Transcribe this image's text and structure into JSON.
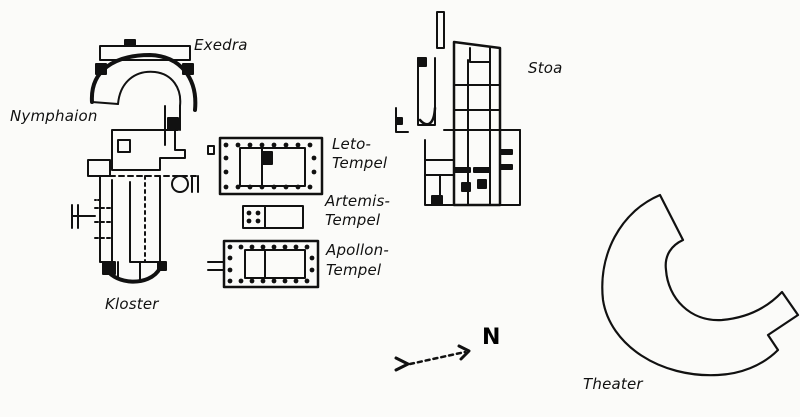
{
  "labels": {
    "exedra": "Exedra",
    "nymphaion": "Nymphaion",
    "kloster": "Kloster",
    "leto_1": "Leto-",
    "leto_2": "Tempel",
    "artemis_1": "Artemis-",
    "artemis_2": "Tempel",
    "apollon_1": "Apollon-",
    "apollon_2": "Tempel",
    "stoa": "Stoa",
    "theater": "Theater"
  },
  "north_arrow": {
    "label": "N"
  },
  "colors": {
    "ink": "#111111",
    "paper": "#fbfbf9"
  }
}
